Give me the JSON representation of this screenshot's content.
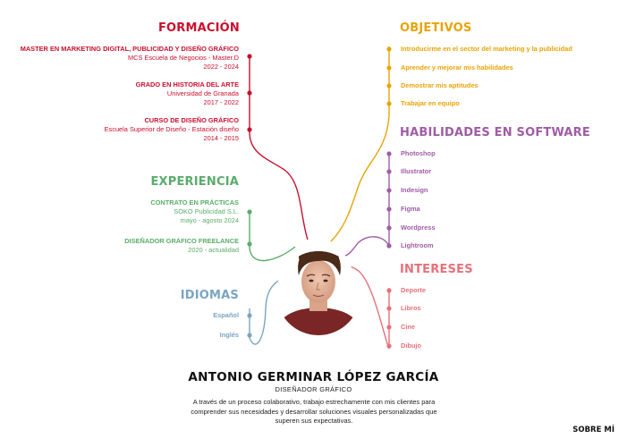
{
  "colors": {
    "formacion": "#c8102e",
    "experiencia": "#5aac6a",
    "idiomas": "#7aa5c0",
    "objetivos": "#e8a408",
    "software": "#a05ca6",
    "intereses": "#e8707a"
  },
  "formacion": {
    "title": "FORMACIÓN",
    "items": [
      {
        "title": "MASTER EN MARKETING DIGITAL, PUBLICIDAD Y DISEÑO GRÁFICO",
        "place": "MCS Escuela de Negocios - Master.D",
        "years": "2022 - 2024"
      },
      {
        "title": "GRADO EN HISTORIA DEL ARTE",
        "place": "Universidad de Granada",
        "years": "2017 - 2022"
      },
      {
        "title": "CURSO DE DISEÑO GRÁFICO",
        "place": "Escuela Superior de Diseño - Estación diseño",
        "years": "2014 - 2015"
      }
    ]
  },
  "experiencia": {
    "title": "EXPERIENCIA",
    "items": [
      {
        "title": "CONTRATO EN PRÁCTICAS",
        "place": "SOKO Publicidad S.L.",
        "years": "mayo - agosto 2024"
      },
      {
        "title": "DISEÑADOR GRÁFICO FREELANCE",
        "years": "2020 - actualidad"
      }
    ]
  },
  "idiomas": {
    "title": "IDIOMAS",
    "items": [
      "Español",
      "Inglés"
    ]
  },
  "objetivos": {
    "title": "OBJETIVOS",
    "items": [
      "Introducirme en el sector del marketing y la publicidad",
      "Aprender  y mejorar mis habilidades",
      "Demostrar mis aptitudes",
      "Trabajar en equipo"
    ]
  },
  "software": {
    "title": "HABILIDADES EN SOFTWARE",
    "items": [
      "Photoshop",
      "Illustrator",
      "Indesign",
      "Figma",
      "Wordpress",
      "Lightroom"
    ]
  },
  "intereses": {
    "title": "INTERESES",
    "items": [
      "Deporte",
      "Libros",
      "Cine",
      "Dibujo"
    ]
  },
  "profile": {
    "name": "ANTONIO GERMINAR LÓPEZ GARCÍA",
    "role": "DISEÑADOR GRÁFICO",
    "description": "A través de un proceso colaborativo, trabajo estrechamente con mis clientes para comprender sus necesidades y desarrollar soluciones visuales personalizadas que superen sus expectativas."
  },
  "footer": {
    "label": "SOBRE MÍ"
  }
}
